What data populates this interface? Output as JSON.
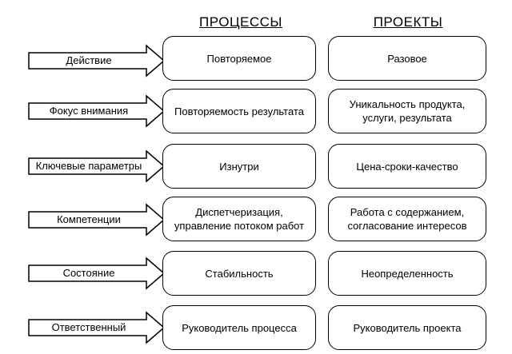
{
  "headers": {
    "processes": "ПРОЦЕССЫ",
    "projects": "ПРОЕКТЫ"
  },
  "rows": [
    {
      "label": "Действие",
      "process": "Повторяемое",
      "project": "Разовое"
    },
    {
      "label": "Фокус внимания",
      "process": "Повторяемость результата",
      "project": "Уникальность продукта, услуги, результата"
    },
    {
      "label": "Ключевые параметры",
      "process": "Изнутри",
      "project": "Цена-сроки-качество"
    },
    {
      "label": "Компетенции",
      "process": "Диспетчеризация, управление потоком работ",
      "project": "Работа с содержанием, согласование интересов"
    },
    {
      "label": "Состояние",
      "process": "Стабильность",
      "project": "Неопределенность"
    },
    {
      "label": "Ответственный",
      "process": "Руководитель процесса",
      "project": "Руководитель проекта"
    }
  ]
}
